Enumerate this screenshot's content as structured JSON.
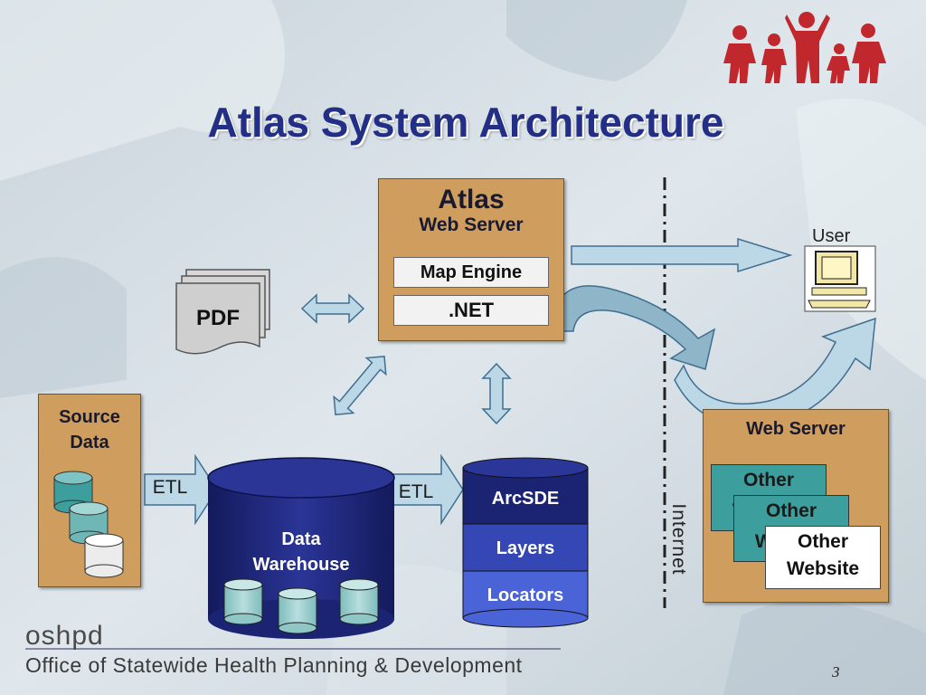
{
  "slide": {
    "title": "Atlas System Architecture",
    "page_number": "3"
  },
  "atlas_server": {
    "title": "Atlas",
    "subtitle": "Web Server",
    "components": [
      "Map Engine",
      ".NET"
    ]
  },
  "pdf": {
    "label": "PDF"
  },
  "source_data": {
    "label_line1": "Source",
    "label_line2": "Data"
  },
  "data_warehouse": {
    "label_line1": "Data",
    "label_line2": "Warehouse"
  },
  "etl": {
    "left": "ETL",
    "right": "ETL"
  },
  "arcsde_stack": {
    "layers": [
      "ArcSDE",
      "Layers",
      "Locators"
    ]
  },
  "internet": {
    "label": "Internet"
  },
  "user": {
    "label": "User"
  },
  "external_web_server": {
    "title": "Web Server",
    "cards": [
      {
        "line1": "Other",
        "line2": "Website"
      },
      {
        "line1": "Other",
        "line2": "Website"
      },
      {
        "line1": "Other",
        "line2": "Website"
      }
    ]
  },
  "footer": {
    "logo_text": "oshpd",
    "org_name": "Office of Statewide Health Planning & Development"
  },
  "colors": {
    "title": "#232f86",
    "tan_box": "#cf9e5e",
    "arrow_fill": "#bcd7e6",
    "db_navy": "#1b2373",
    "teal": "#3d9e9e",
    "logo_red": "#c0282d"
  }
}
